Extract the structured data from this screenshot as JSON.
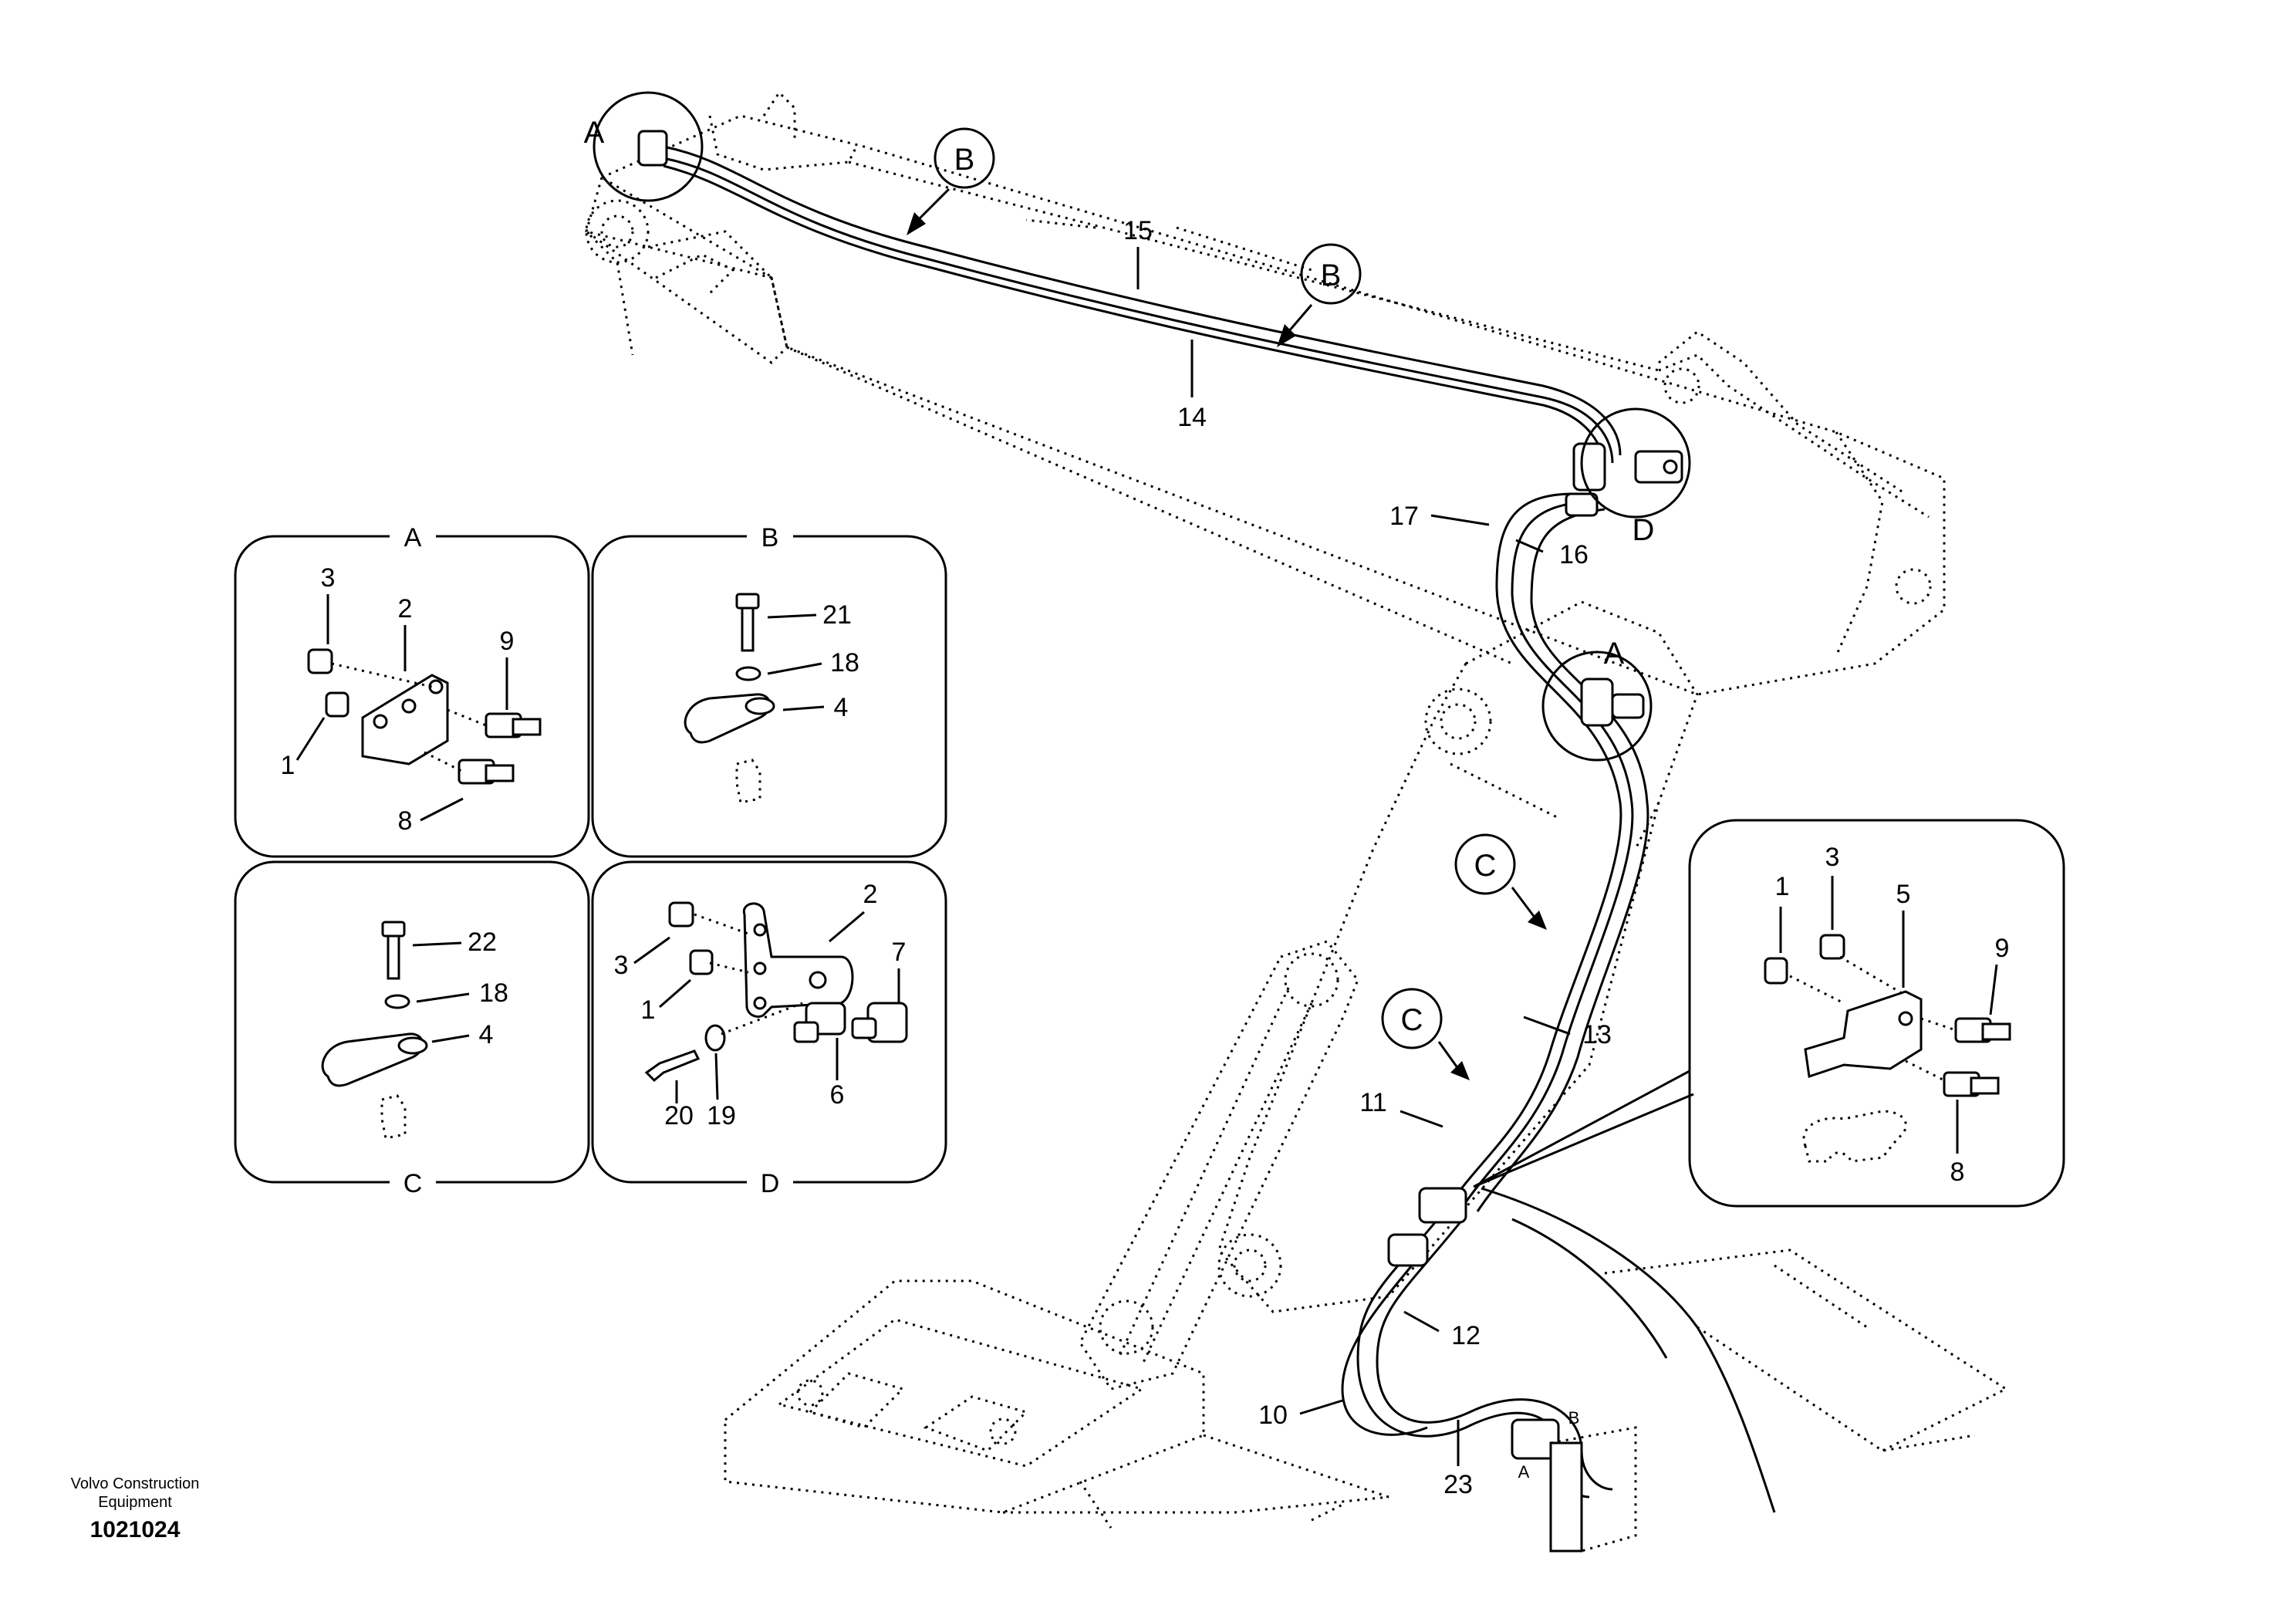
{
  "footer": {
    "brand_line1": "Volvo Construction",
    "brand_line2": "Equipment",
    "document_number": "1021024"
  },
  "details": {
    "A": {
      "title": "A",
      "callouts": [
        "3",
        "2",
        "9",
        "1",
        "8"
      ]
    },
    "B": {
      "title": "B",
      "callouts": [
        "21",
        "18",
        "4"
      ]
    },
    "C": {
      "title": "C",
      "callouts": [
        "22",
        "18",
        "4"
      ]
    },
    "D": {
      "title": "D",
      "callouts": [
        "3",
        "2",
        "7",
        "1",
        "20",
        "19",
        "6"
      ]
    },
    "E": {
      "callouts": [
        "1",
        "3",
        "5",
        "9",
        "8"
      ]
    }
  },
  "main": {
    "view_markers": [
      "A",
      "B",
      "B",
      "D",
      "A",
      "C",
      "C"
    ],
    "callouts": [
      "15",
      "14",
      "17",
      "16",
      "13",
      "11",
      "12",
      "10",
      "23"
    ],
    "port_labels": [
      "A",
      "B"
    ]
  }
}
